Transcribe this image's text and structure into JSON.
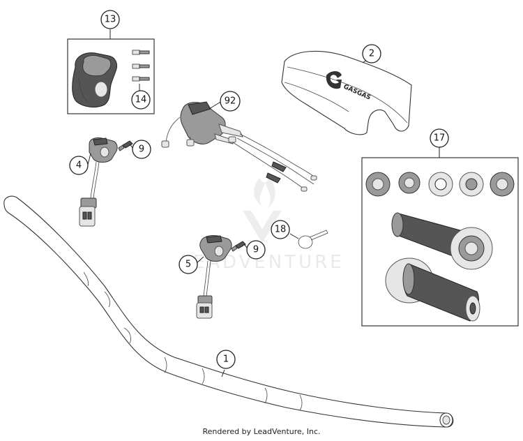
{
  "diagram": {
    "callouts": [
      {
        "id": "c13",
        "label": "13"
      },
      {
        "id": "c14",
        "label": "14"
      },
      {
        "id": "c2",
        "label": "2"
      },
      {
        "id": "c92",
        "label": "92"
      },
      {
        "id": "c4",
        "label": "4"
      },
      {
        "id": "c9a",
        "label": "9"
      },
      {
        "id": "c17",
        "label": "17"
      },
      {
        "id": "c18",
        "label": "18"
      },
      {
        "id": "c5",
        "label": "5"
      },
      {
        "id": "c9b",
        "label": "9"
      },
      {
        "id": "c1",
        "label": "1"
      }
    ],
    "pad_brand": "GASGAS",
    "watermark": "LEADVENTURE"
  },
  "footer": {
    "text": "Rendered by LeadVenture, Inc."
  }
}
